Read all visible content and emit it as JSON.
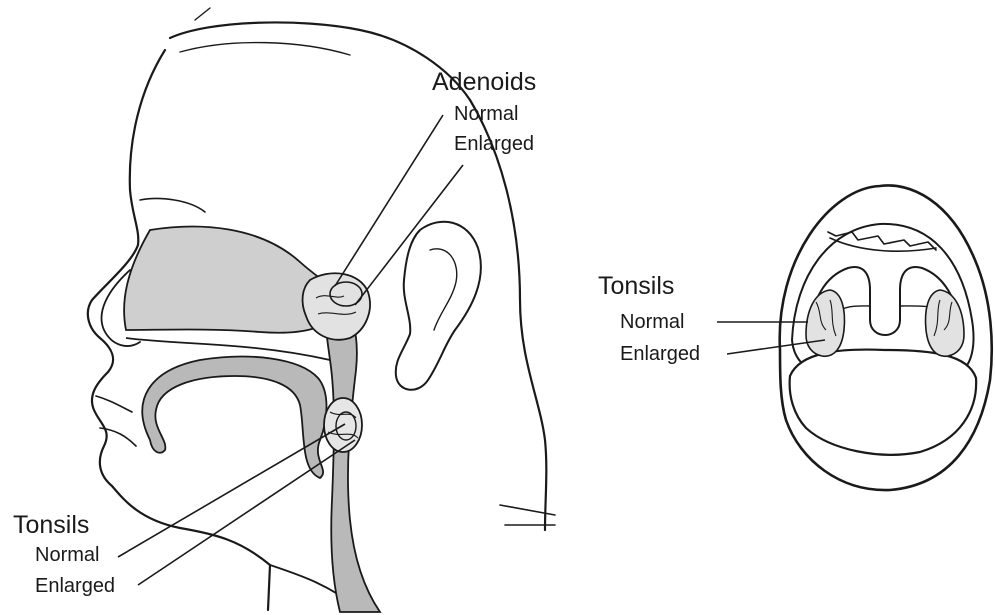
{
  "side_view": {
    "adenoids": {
      "title": "Adenoids",
      "normal": "Normal",
      "enlarged": "Enlarged"
    },
    "tonsils": {
      "title": "Tonsils",
      "normal": "Normal",
      "enlarged": "Enlarged"
    }
  },
  "mouth_view": {
    "tonsils": {
      "title": "Tonsils",
      "normal": "Normal",
      "enlarged": "Enlarged"
    }
  },
  "colors": {
    "ink": "#1a1a1a",
    "shade": "#cfcfcf",
    "airway": "#b9b9b9",
    "paper": "#ffffff"
  }
}
